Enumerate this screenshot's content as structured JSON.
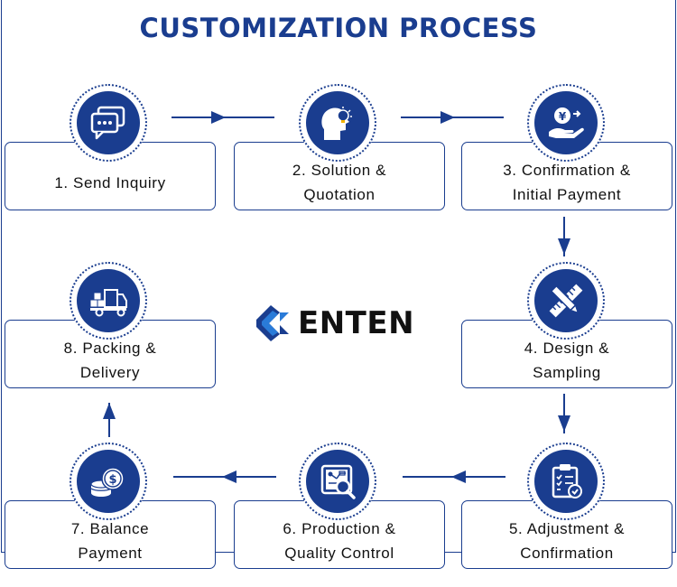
{
  "title": "CUSTOMIZATION PROCESS",
  "logo": {
    "text": "ENTEN"
  },
  "steps": [
    {
      "label": "1. Send Inquiry",
      "icon": "chat-bubbles-icon"
    },
    {
      "label": "2. Solution &\nQuotation",
      "icon": "lightbulb-head-icon"
    },
    {
      "label": "3. Confirmation &\nInitial Payment",
      "icon": "yen-coin-hand-icon"
    },
    {
      "label": "4. Design &\nSampling",
      "icon": "ruler-pencil-icon"
    },
    {
      "label": "5. Adjustment &\nConfirmation",
      "icon": "clipboard-check-icon"
    },
    {
      "label": "6. Production &\nQuality Control",
      "icon": "blueprint-magnifier-icon"
    },
    {
      "label": "7. Balance\nPayment",
      "icon": "coin-stack-icon"
    },
    {
      "label": "8. Packing &\nDelivery",
      "icon": "delivery-truck-icon"
    }
  ],
  "colors": {
    "primary": "#1a3d8f",
    "accent": "#2a7bd8",
    "text": "#111111"
  }
}
